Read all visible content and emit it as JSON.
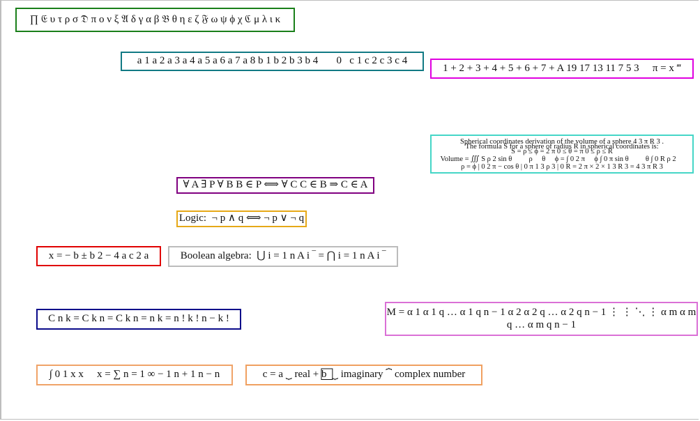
{
  "expressions": {
    "greek": "∏ 𝔈 υ τ ρ σ 𝔇 π ο ν ξ 𝔄 δ γ α β 𝔅 θ η ε ζ 𝔉 ω ψ ϕ χ ℭ μ λ ι κ",
    "sequence": "a 1 a 2 a 3 a 4 a 5 a 6 a 7 a 8 b 1 b 2 b 3 b 4       0   c 1 c 2 c 3 c 4",
    "sum": "1 + 2 + 3 + 4 + 5 + 6 + 7 + A 19 17 13 11 7 5 3 ⃞ π = x ‴",
    "sphere_line1": "Spherical coordinates derivation of the volume of a sphere 4 3 π R 3 .",
    "sphere_line2": "The formula S for a sphere of radius R in spherical coordinates is:",
    "sphere_line3": "S = ρ ≤ ϕ = 2 π 0 ≤ θ = π 0 ≤ ρ ≤ R",
    "sphere_line4": "Volume = ∭ S ρ 2 sin θ ⃞ ⃞ ρ ⃞ θ ⃞ ϕ = ∫ 0 2 π ⃞ ϕ ∫ 0 π sin θ ⃞ ⃞ θ ∫ 0 R ρ 2 ⃞",
    "sphere_line5": "ρ = ϕ | 0 2 π − cos θ | 0 π 1 3 ρ 3 | 0 R = 2 π × 2 × 1 3 R 3 = 4 3 π R 3",
    "set": "∀ A ∃ P ∀ B B ∈ P ⟺ ∀ C C ∈ B ⇒ C ∈ A",
    "logic": "Logic:  ¬ p ∧ q ⟺ ¬ p ∨ ¬ q",
    "quadratic": "x = − b ± b 2 − 4 a c 2 a",
    "boolean": "Boolean algebra:  ⋃ i = 1 n A i ‾ = ⋂ i = 1 n A i ‾",
    "binomial": "C n k = C k n = C k n = n k = n ! k ! n − k !",
    "matrix": "M = α 1 α 1 q … α 1 q n − 1 α 2 α 2 q … α 2 q n − 1 ⋮ ⋮ ⋱ ⋮ α m α m q … α m q n − 1",
    "integral": "∫ 0 1 x x ⃞ x = ∑ n = 1 ∞ − 1 n + 1 n − n",
    "complex": "c = a ⏟ real + b ⃞ ⏟ imaginary ⏞ complex number"
  },
  "colors": {
    "greek": "#1a7f1a",
    "sequence": "#117a84",
    "sum": "#e000e0",
    "sphere": "#45d6c7",
    "set": "#800080",
    "logic": "#e6a817",
    "quadratic": "#e00000",
    "boolean": "#bcbcbc",
    "binomial": "#0a0a8a",
    "matrix": "#da70d6",
    "integral": "#f0a368",
    "complex": "#f0a060"
  }
}
